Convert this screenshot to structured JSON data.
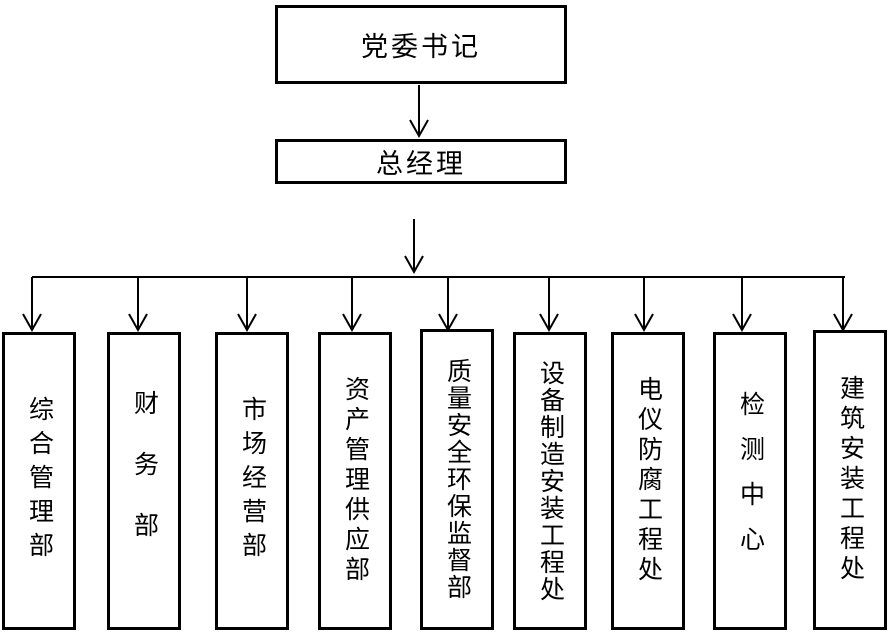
{
  "diagram": {
    "type": "org-chart",
    "root": {
      "label": "党委书记"
    },
    "manager": {
      "label": "总经理"
    },
    "departments": [
      {
        "label": "综合管理部"
      },
      {
        "label": "财务部"
      },
      {
        "label": "市场经营部"
      },
      {
        "label": "资产管理供应部"
      },
      {
        "label": "质量安全环保监督部"
      },
      {
        "label": "设备制造安装工程处"
      },
      {
        "label": "电仪防腐工程处"
      },
      {
        "label": "检测中心"
      },
      {
        "label": "建筑安装工程处"
      }
    ],
    "colors": {
      "line": "#000000",
      "box_border": "#000000",
      "box_background": "#ffffff",
      "text": "#000000",
      "page_background": "#ffffff"
    }
  }
}
